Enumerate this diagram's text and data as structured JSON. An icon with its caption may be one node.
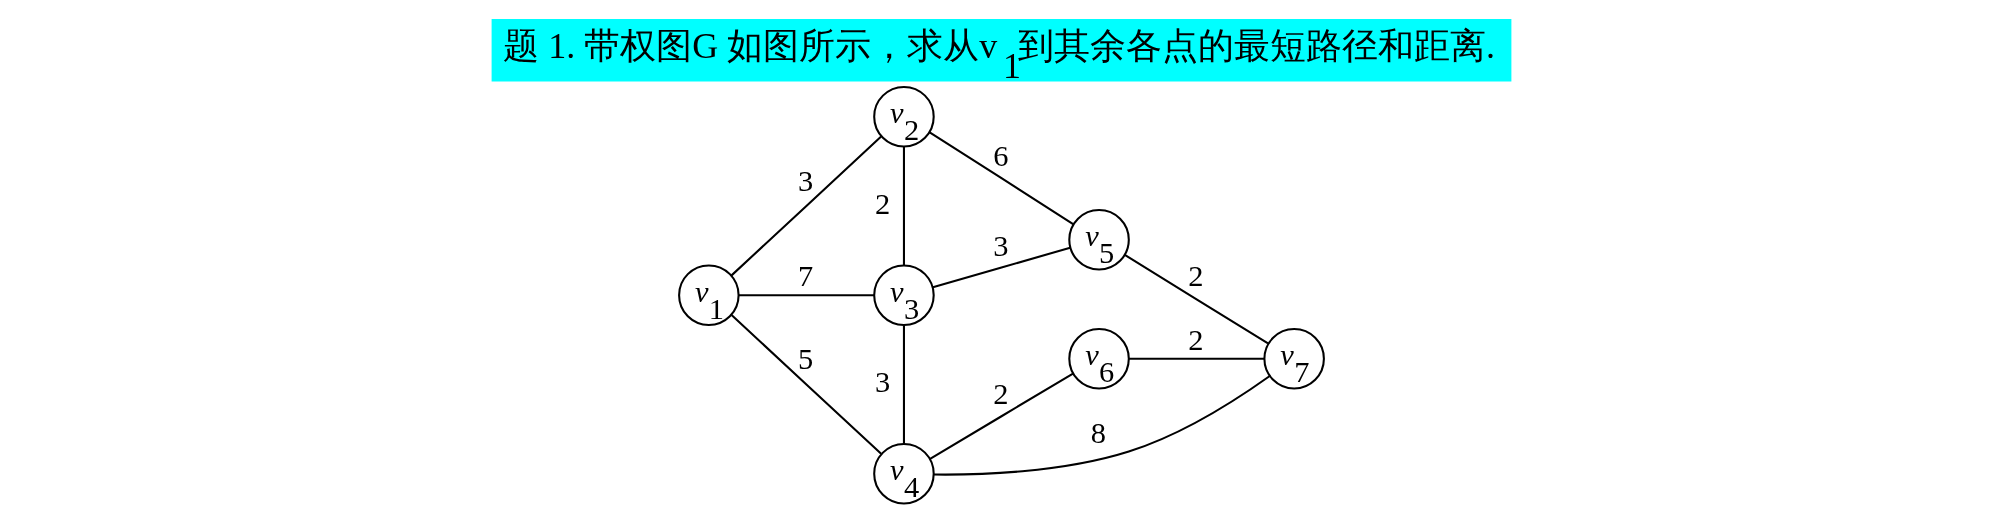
{
  "diagram": {
    "title": "题 1. 带权图G 如图所示，求从v$_{1}$到其余各点的最短路径和距离.",
    "nodes": [
      {
        "text": [
          "*v*$_{1}$"
        ]
      },
      {
        "text": [
          "*v*$_{2}$"
        ]
      },
      {
        "text": [
          "*v*$_{3}$"
        ]
      },
      {
        "text": [
          "*v*$_{4}$"
        ]
      },
      {
        "text": [
          "*v*$_{5}$"
        ]
      },
      {
        "text": [
          "*v*$_{6}$"
        ]
      },
      {
        "text": [
          "*v*$_{7}$"
        ]
      }
    ],
    "edges": [
      {
        "from": 0,
        "to": 1,
        "arrow": "none",
        "label": "3"
      },
      {
        "from": 0,
        "to": 2,
        "arrow": "none",
        "label": "7"
      },
      {
        "from": 0,
        "to": 3,
        "arrow": "none",
        "label": "5"
      },
      {
        "from": 1,
        "to": 2,
        "arrow": "none",
        "label": "2"
      },
      {
        "from": 1,
        "to": 4,
        "arrow": "none",
        "label": "6"
      },
      {
        "from": 2,
        "to": 4,
        "arrow": "none",
        "label": "3"
      },
      {
        "from": 2,
        "to": 3,
        "arrow": "none",
        "label": "3"
      },
      {
        "from": 3,
        "to": 6,
        "arrow": "none",
        "label": "8"
      },
      {
        "from": 3,
        "to": 5,
        "arrow": "none",
        "label": "2"
      },
      {
        "from": 4,
        "to": 6,
        "arrow": "none",
        "label": "2"
      },
      {
        "from": 5,
        "to": 6,
        "arrow": "none",
        "label": "2"
      }
    ]
  }
}
